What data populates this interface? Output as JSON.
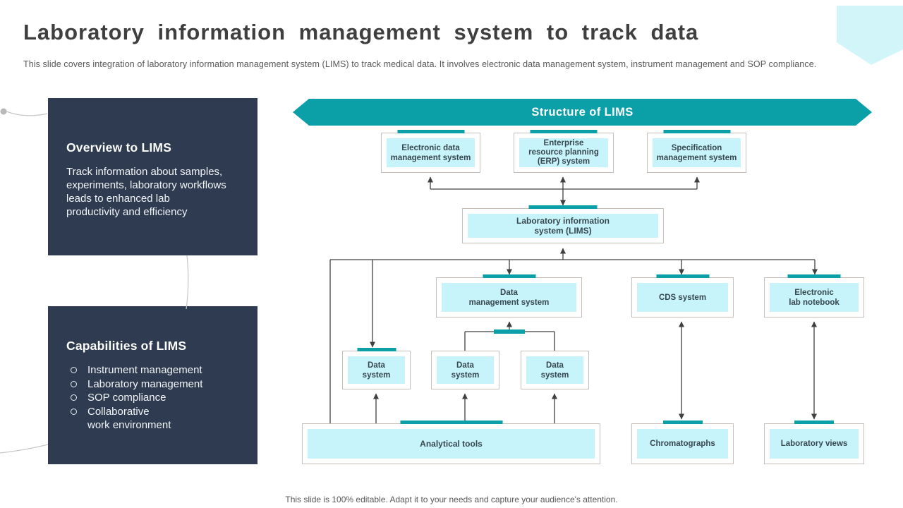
{
  "slide": {
    "title": "Laboratory information management system to track data",
    "subtitle": "This slide covers integration of laboratory information management system (LIMS) to track medical data. It involves electronic data management system, instrument management and SOP compliance.",
    "footer": "This slide is 100% editable. Adapt it to your needs and capture your audience's attention."
  },
  "panels": {
    "overview": {
      "heading": "Overview to LIMS",
      "body": "Track information about samples,\nexperiments, laboratory workflows\nleads to enhanced lab\nproductivity and efficiency"
    },
    "capabilities": {
      "heading": "Capabilities of LIMS",
      "items": [
        "Instrument  management",
        "Laboratory management",
        "SOP compliance",
        "Collaborative\nwork environment"
      ]
    }
  },
  "diagram": {
    "banner": "Structure of LIMS",
    "nodes": {
      "edms": "Electronic data\nmanagement system",
      "erp": "Enterprise\nresource planning\n(ERP)  system",
      "sms": "Specification\nmanagement system",
      "lims": "Laboratory information\nsystem (LIMS)",
      "dms": "Data\nmanagement system",
      "cds": "CDS  system",
      "eln": "Electronic\nlab notebook",
      "ds1": "Data\nsystem",
      "ds2": "Data\nsystem",
      "ds3": "Data\nsystem",
      "analytical": "Analytical  tools",
      "chromatographs": "Chromatographs",
      "labviews": "Laboratory views"
    }
  },
  "colors": {
    "teal": "#0b9fa8",
    "navy": "#2e3b50",
    "node_fill": "#c7f4fa",
    "corner_shape": "#d2f5fa"
  }
}
